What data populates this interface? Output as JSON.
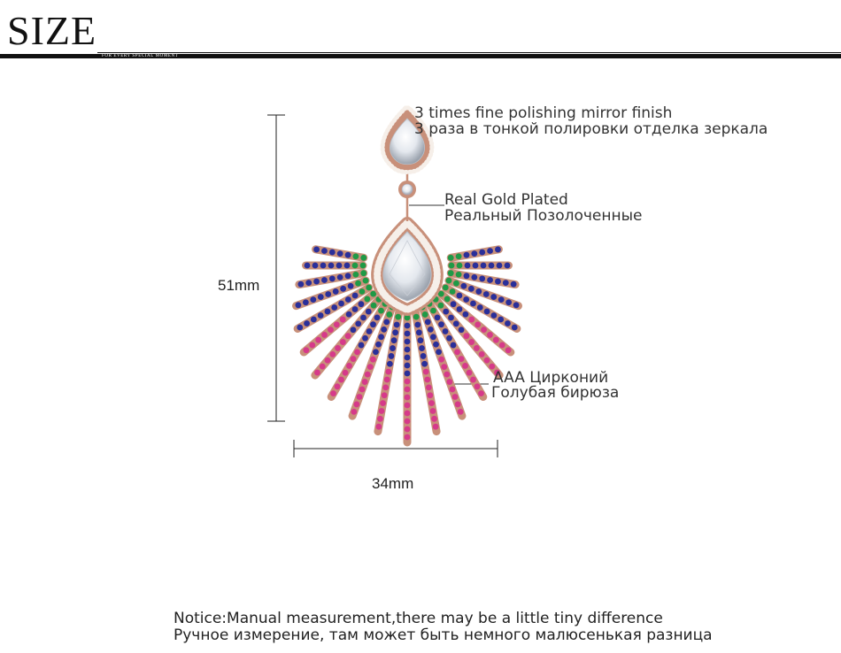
{
  "header": {
    "title": "SIZE",
    "tagline": "FOR EVERY SPECIAL MOMENT"
  },
  "callouts": {
    "polish_en": "3 times fine polishing mirror finish",
    "polish_ru": "3 раза в тонкой полировки отделка зеркала",
    "gold_en": "Real Gold Plated",
    "gold_ru": "Реальный Позолоченные",
    "stone_en": "AAA Цирконий",
    "stone_ru": "Голубая бирюза"
  },
  "dimensions": {
    "height": "51mm",
    "width": "34mm"
  },
  "notice": {
    "line1": "Notice:Manual measurement,there may be a little tiny difference",
    "line2": "Ручное измерение, там может быть немного малюсенькая разница"
  },
  "colors": {
    "rose_gold": "#c8907a",
    "sapphire": "#2a2f9a",
    "emerald": "#1f9a46",
    "ruby": "#d63a8a",
    "crystal": "#f2f4f8"
  }
}
